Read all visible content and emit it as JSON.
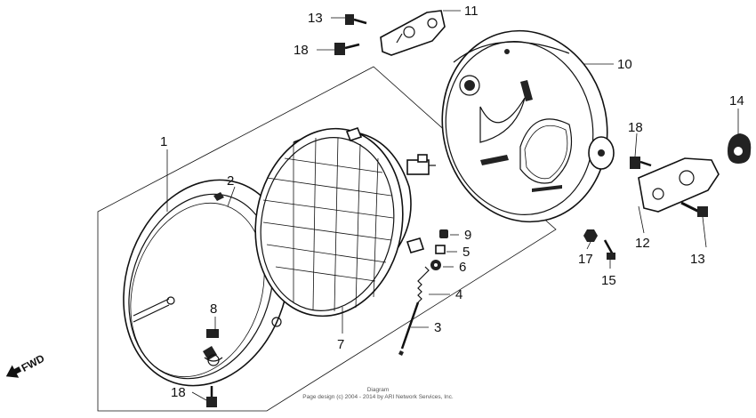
{
  "callouts": [
    {
      "id": "c1",
      "label": "1"
    },
    {
      "id": "c2",
      "label": "2"
    },
    {
      "id": "c3",
      "label": "3"
    },
    {
      "id": "c4",
      "label": "4"
    },
    {
      "id": "c5",
      "label": "5"
    },
    {
      "id": "c6",
      "label": "6"
    },
    {
      "id": "c7",
      "label": "7"
    },
    {
      "id": "c8",
      "label": "8"
    },
    {
      "id": "c9",
      "label": "9"
    },
    {
      "id": "c10",
      "label": "10"
    },
    {
      "id": "c11",
      "label": "11"
    },
    {
      "id": "c12",
      "label": "12"
    },
    {
      "id": "c13a",
      "label": "13"
    },
    {
      "id": "c13b",
      "label": "13"
    },
    {
      "id": "c14",
      "label": "14"
    },
    {
      "id": "c15",
      "label": "15"
    },
    {
      "id": "c17",
      "label": "17"
    },
    {
      "id": "c18a",
      "label": "18"
    },
    {
      "id": "c18b",
      "label": "18"
    },
    {
      "id": "c18c",
      "label": "18"
    }
  ],
  "fwd_label": "FWD",
  "copyright_line1": "Diagram",
  "copyright_line2": "Page design (c) 2004 - 2014 by ARI Network Services, Inc."
}
